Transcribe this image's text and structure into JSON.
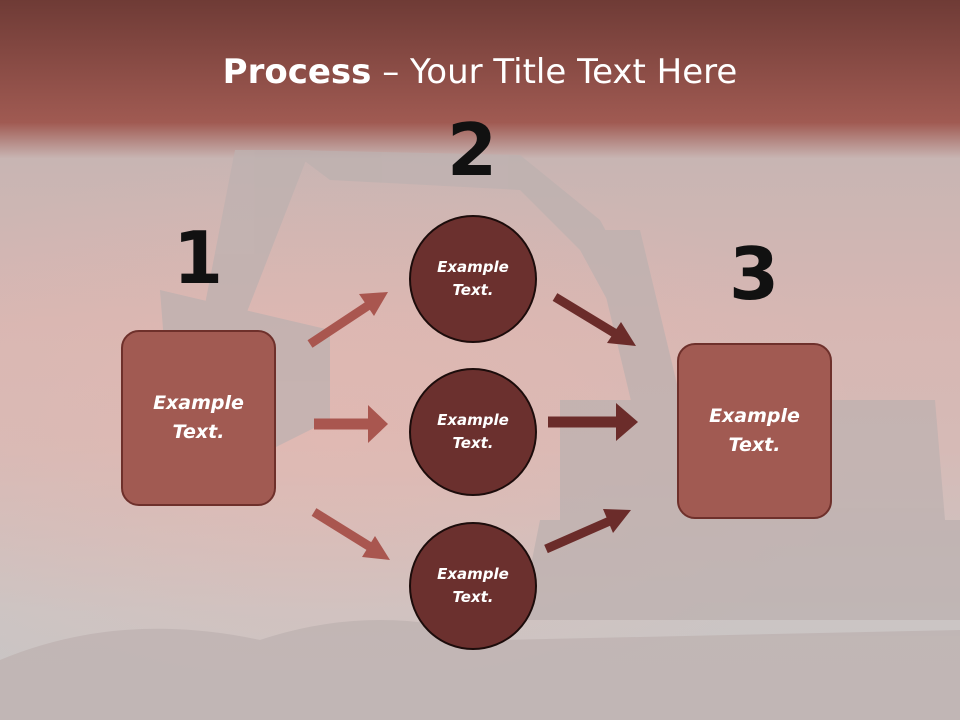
{
  "title": {
    "bold": "Process",
    "dash": "–",
    "rest": "Your Title Text Here"
  },
  "steps": [
    {
      "number": "1",
      "label_line1": "Example",
      "label_line2": "Text."
    },
    {
      "number": "2",
      "label_line1": "Example",
      "label_line2": "Text."
    },
    {
      "number": "3",
      "label_line1": "Example",
      "label_line2": "Text."
    }
  ],
  "circles": [
    {
      "label_line1": "Example",
      "label_line2": "Text."
    },
    {
      "label_line1": "Example",
      "label_line2": "Text."
    },
    {
      "label_line1": "Example",
      "label_line2": "Text."
    }
  ],
  "colors": {
    "header_top": "#6f3b36",
    "header_bottom": "#a05a52",
    "box_fill": "#a15a52",
    "circle_fill": "#6b302e",
    "arrow_left": "#a9564f",
    "arrow_right": "#6b2c2a",
    "number_color": "#111111"
  }
}
